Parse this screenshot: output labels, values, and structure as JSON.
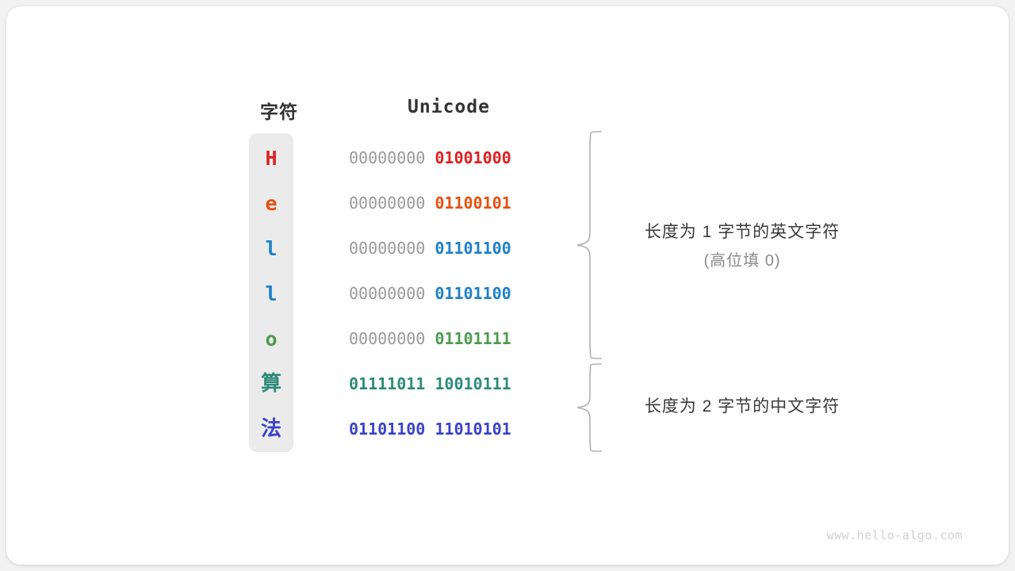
{
  "figure": {
    "title_char_column": "字符",
    "title_unicode_column": "Unicode",
    "watermark": "www.hello-algo.com",
    "background_color": "#f2f2f2",
    "card_color": "#ffffff",
    "pill_color": "#ebebeb",
    "high_byte_color": "#999999"
  },
  "rows": [
    {
      "char": "H",
      "color": "#e02020",
      "high_byte": "00000000",
      "low_byte": "01001000",
      "high_bold": false
    },
    {
      "char": "e",
      "color": "#e8500f",
      "high_byte": "00000000",
      "low_byte": "01100101",
      "high_bold": false
    },
    {
      "char": "l",
      "color": "#1e80c8",
      "high_byte": "00000000",
      "low_byte": "01101100",
      "high_bold": false
    },
    {
      "char": "l",
      "color": "#1e80c8",
      "high_byte": "00000000",
      "low_byte": "01101100",
      "high_bold": false
    },
    {
      "char": "o",
      "color": "#4d9b50",
      "high_byte": "00000000",
      "low_byte": "01101111",
      "high_bold": false
    },
    {
      "char": "算",
      "color": "#2e8b7a",
      "high_byte": "01111011",
      "low_byte": "10010111",
      "high_bold": true
    },
    {
      "char": "法",
      "color": "#3a43c8",
      "high_byte": "01101100",
      "low_byte": "11010101",
      "high_bold": true
    }
  ],
  "annotations": [
    {
      "main": "长度为 1 字节的英文字符",
      "sub": "(高位填 0)"
    },
    {
      "main": "长度为 2 字节的中文字符",
      "sub": ""
    }
  ]
}
